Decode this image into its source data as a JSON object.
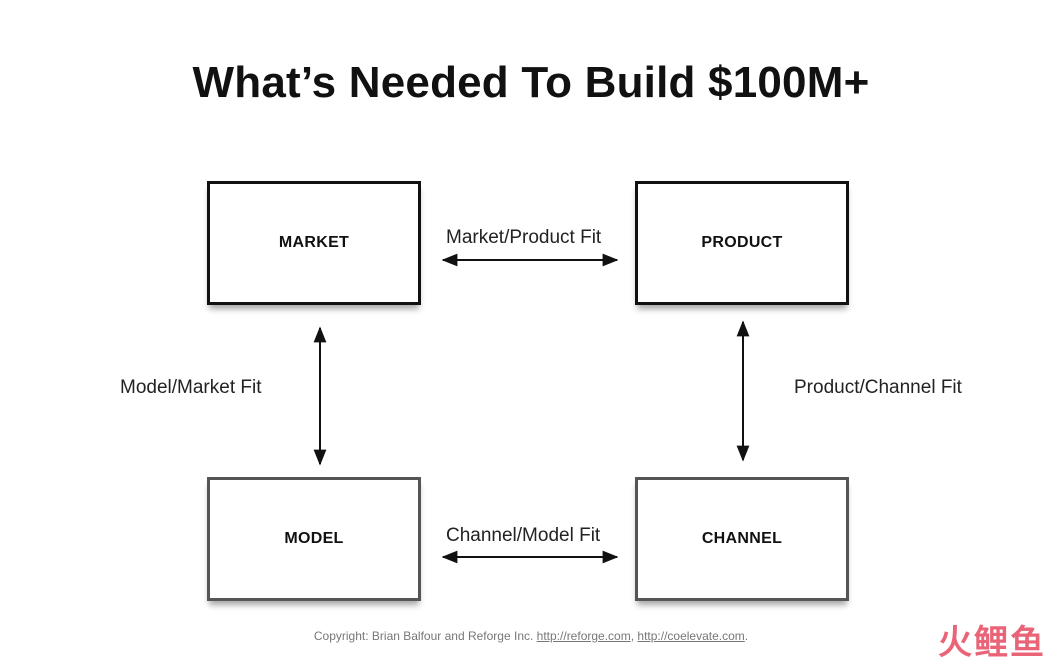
{
  "title": "What’s Needed To Build $100M+",
  "boxes": {
    "market": "MARKET",
    "product": "PRODUCT",
    "model": "MODEL",
    "channel": "CHANNEL"
  },
  "fits": {
    "market_product": "Market/Product Fit",
    "channel_model": "Channel/Model Fit",
    "model_market": "Model/Market Fit",
    "product_channel": "Product/Channel Fit"
  },
  "footer": {
    "prefix": "Copyright:  Brian Balfour and Reforge Inc. ",
    "link1": "http://reforge.com",
    "separator": ", ",
    "link2": "http://coelevate.com",
    "suffix": "."
  },
  "watermark": "火鲤鱼",
  "colors": {
    "box_border": "#111111",
    "arrow": "#111111",
    "watermark": "#e8546a"
  }
}
